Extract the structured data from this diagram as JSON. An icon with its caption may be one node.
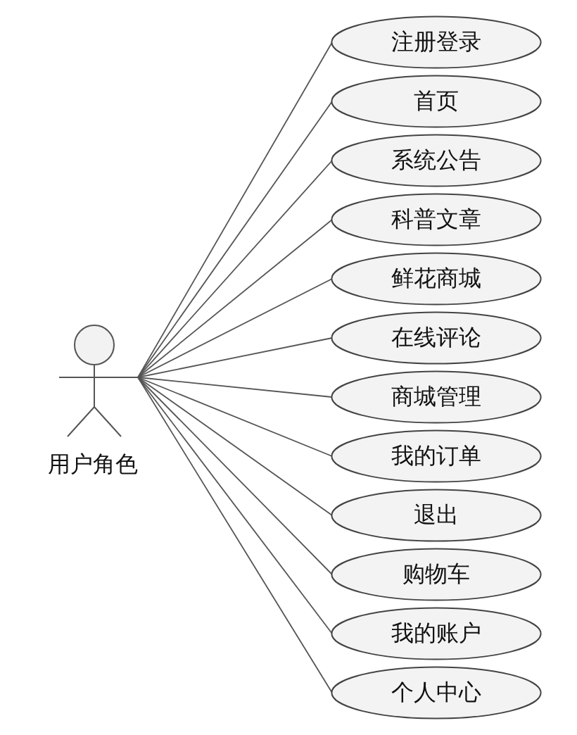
{
  "diagram": {
    "nodes": [
      {
        "text": [
          "用户角色"
        ]
      },
      {
        "text": [
          "注册登录"
        ]
      },
      {
        "text": [
          "首页"
        ]
      },
      {
        "text": [
          "系统公告"
        ]
      },
      {
        "text": [
          "科普文章"
        ]
      },
      {
        "text": [
          "鲜花商城"
        ]
      },
      {
        "text": [
          "在线评论"
        ]
      },
      {
        "text": [
          "商城管理"
        ]
      },
      {
        "text": [
          "我的订单"
        ]
      },
      {
        "text": [
          "退出"
        ]
      },
      {
        "text": [
          "购物车"
        ]
      },
      {
        "text": [
          "我的账户"
        ]
      },
      {
        "text": [
          "个人中心"
        ]
      }
    ],
    "edges": [
      {
        "from": 0,
        "to": 1,
        "arrow": "none"
      },
      {
        "from": 0,
        "to": 2,
        "arrow": "none"
      },
      {
        "from": 0,
        "to": 3,
        "arrow": "none"
      },
      {
        "from": 0,
        "to": 4,
        "arrow": "none"
      },
      {
        "from": 0,
        "to": 5,
        "arrow": "none"
      },
      {
        "from": 0,
        "to": 6,
        "arrow": "none"
      },
      {
        "from": 0,
        "to": 7,
        "arrow": "none"
      },
      {
        "from": 0,
        "to": 8,
        "arrow": "none"
      },
      {
        "from": 0,
        "to": 9,
        "arrow": "none"
      },
      {
        "from": 0,
        "to": 10,
        "arrow": "none"
      },
      {
        "from": 0,
        "to": 11,
        "arrow": "none"
      },
      {
        "from": 0,
        "to": 12,
        "arrow": "none"
      }
    ]
  }
}
